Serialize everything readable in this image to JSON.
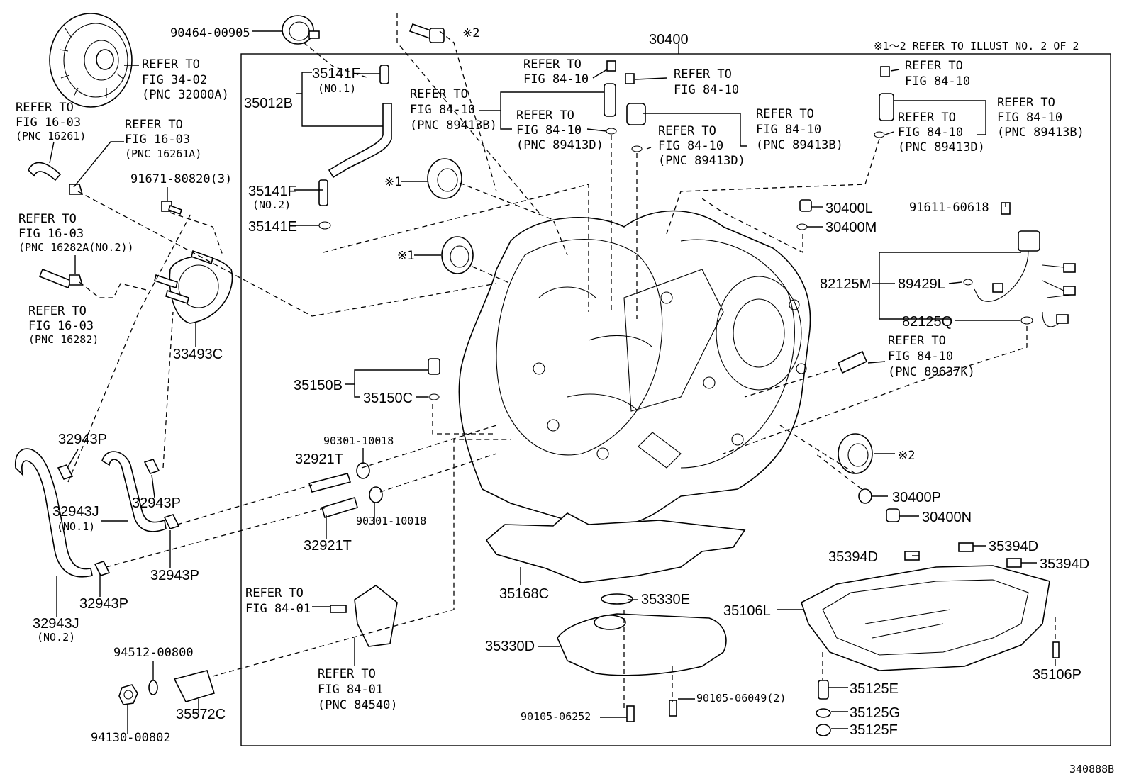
{
  "diagram": {
    "assembly_number": "30400",
    "note_top_right": "※1～2 REFER TO ILLUST NO. 2 OF 2",
    "illustration_id": "340888B",
    "labels": {
      "p90464": "90464-00905",
      "refer_fig3402_a": "REFER TO",
      "refer_fig3402_b": "FIG 34-02",
      "refer_fig3402_c": "(PNC 32000A)",
      "refer_1603_1a": "REFER TO",
      "refer_1603_1b": "FIG 16-03",
      "refer_1603_1c": "(PNC 16261)",
      "refer_1603_2a": "REFER TO",
      "refer_1603_2b": "FIG 16-03",
      "refer_1603_2c": "(PNC 16261A)",
      "p91671": "91671-80820(3)",
      "refer_1603_3a": "REFER TO",
      "refer_1603_3b": "FIG 16-03",
      "refer_1603_3c": "(PNC 16282A(NO.2))",
      "refer_1603_4a": "REFER TO",
      "refer_1603_4b": "FIG 16-03",
      "refer_1603_4c": "(PNC 16282)",
      "p33493C": "33493C",
      "p32943P_1": "32943P",
      "p32943P_2": "32943P",
      "p32943J_1": "32943J",
      "p32943J_1n": "(NO.1)",
      "p32943P_3": "32943P",
      "p32943P_4": "32943P",
      "p32943J_2": "32943J",
      "p32943J_2n": "(NO.2)",
      "p94512": "94512-00800",
      "p94130": "94130-00802",
      "p35572C": "35572C",
      "p35141F_1": "35141F",
      "p35141F_1n": "(NO.1)",
      "p35012B": "35012B",
      "p35141F_2": "35141F",
      "p35141F_2n": "(NO.2)",
      "p35141E": "35141E",
      "star2": "※2",
      "star1_a": "※1",
      "star1_b": "※1",
      "star2_b": "※2",
      "p35150B": "35150B",
      "p35150C": "35150C",
      "p90301_1": "90301-10018",
      "p32921T_1": "32921T",
      "p90301_2": "90301-10018",
      "p32921T_2": "32921T",
      "refer_8401_1a": "REFER TO",
      "refer_8401_1b": "FIG 84-01",
      "refer_8401_2a": "REFER TO",
      "refer_8401_2b": "FIG 84-01",
      "refer_8401_2c": "(PNC 84540)",
      "refer_8410_1a": "REFER TO",
      "refer_8410_1b": "FIG 84-10",
      "refer_8410_2a": "REFER TO",
      "refer_8410_2b": "FIG 84-10",
      "refer_8410_2c": "(PNC 89413B)",
      "refer_8410_3a": "REFER TO",
      "refer_8410_3b": "FIG 84-10",
      "refer_8410_3c": "(PNC 89413D)",
      "refer_8410_4a": "REFER TO",
      "refer_8410_4b": "FIG 84-10",
      "refer_8410_5a": "REFER TO",
      "refer_8410_5b": "FIG 84-10",
      "refer_8410_5c": "(PNC 89413B)",
      "refer_8410_6a": "REFER TO",
      "refer_8410_6b": "FIG 84-10",
      "refer_8410_6c": "(PNC 89413D)",
      "refer_8410_7a": "REFER TO",
      "refer_8410_7b": "FIG 84-10",
      "refer_8410_8a": "REFER TO",
      "refer_8410_8b": "FIG 84-10",
      "refer_8410_8c": "(PNC 89413B)",
      "refer_8410_9a": "REFER TO",
      "refer_8410_9b": "FIG 84-10",
      "refer_8410_9c": "(PNC 89413D)",
      "refer_8410_10a": "REFER TO",
      "refer_8410_10b": "FIG 84-10",
      "refer_8410_10c": "(PNC 89637K)",
      "p30400L": "30400L",
      "p30400M": "30400M",
      "p91611": "91611-60618",
      "p82125M": "82125M",
      "p89429L": "89429L",
      "p82125Q": "82125Q",
      "p30400P": "30400P",
      "p30400N": "30400N",
      "p35394D_1": "35394D",
      "p35394D_2": "35394D",
      "p35394D_3": "35394D",
      "p35168C": "35168C",
      "p35330E": "35330E",
      "p35106L": "35106L",
      "p35330D": "35330D",
      "p35106P": "35106P",
      "p35125E": "35125E",
      "p35125G": "35125G",
      "p35125F": "35125F",
      "p90105_1": "90105-06252",
      "p90105_2": "90105-06049(2)"
    }
  }
}
